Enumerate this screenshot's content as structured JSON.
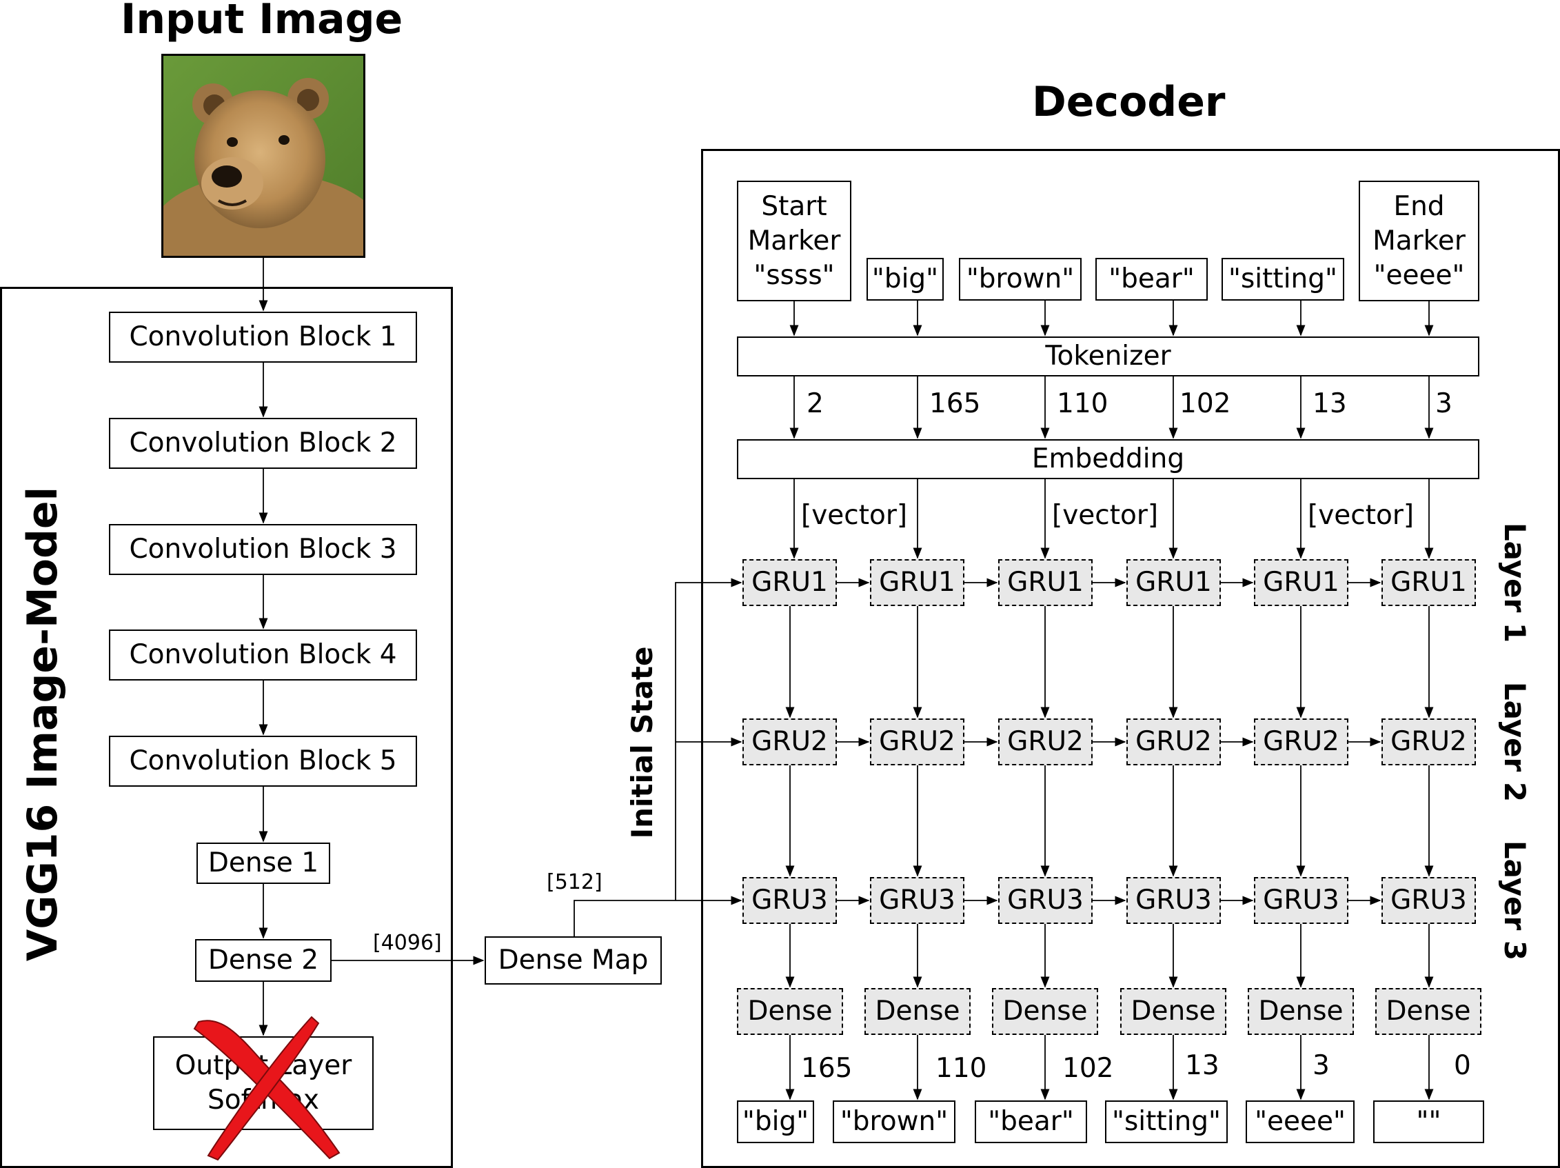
{
  "titles": {
    "input_image": "Input Image",
    "decoder": "Decoder",
    "vgg16": "VGG16 Image-Model",
    "initial_state": "Initial State"
  },
  "encoder": {
    "conv_blocks": [
      "Convolution Block 1",
      "Convolution Block 2",
      "Convolution Block 3",
      "Convolution Block 4",
      "Convolution Block 5"
    ],
    "dense1": "Dense 1",
    "dense2": "Dense 2",
    "output_layer": "Output Layer\nSoftmax",
    "dense2_size": "[4096]"
  },
  "dense_map": {
    "label": "Dense Map",
    "size": "[512]"
  },
  "decoder": {
    "inputs": [
      "Start\nMarker\n\"ssss\"",
      "\"big\"",
      "\"brown\"",
      "\"bear\"",
      "\"sitting\"",
      "End\nMarker\n\"eeee\""
    ],
    "tokenizer": "Tokenizer",
    "token_ids": [
      "2",
      "165",
      "110",
      "102",
      "13",
      "3"
    ],
    "embedding": "Embedding",
    "vector_label": "[vector]",
    "gru_rows": [
      "GRU1",
      "GRU2",
      "GRU3"
    ],
    "layer_labels": [
      "Layer 1",
      "Layer 2",
      "Layer 3"
    ],
    "dense_label": "Dense",
    "output_ids": [
      "165",
      "110",
      "102",
      "13",
      "3",
      "0"
    ],
    "outputs": [
      "\"big\"",
      "\"brown\"",
      "\"bear\"",
      "\"sitting\"",
      "\"eeee\"",
      "\"\""
    ]
  },
  "colors": {
    "gru_fill": "#e8e8e8",
    "cross": "#e8161b"
  }
}
